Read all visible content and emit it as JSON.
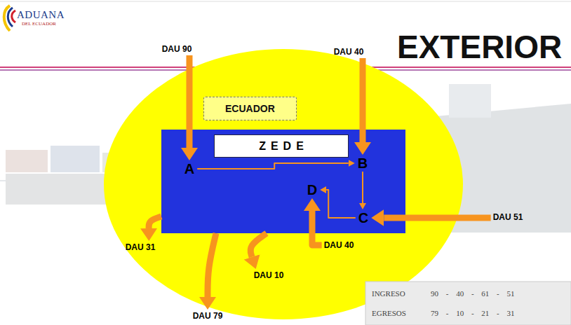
{
  "diagram": {
    "title": "EXTERIOR",
    "nodes": [
      {
        "text": [
          "DAU 90"
        ]
      },
      {
        "text": [
          "DAU 40"
        ]
      },
      {
        "text": [
          "ECUADOR"
        ]
      },
      {
        "text": [
          "ZEDE"
        ],
        "in": 2
      },
      {
        "text": [
          "A"
        ],
        "in": 3
      },
      {
        "text": [
          "B"
        ],
        "in": 3
      },
      {
        "text": [
          "D"
        ],
        "in": 3
      },
      {
        "text": [
          "C"
        ],
        "in": 3
      },
      {
        "text": [
          "DAU 51"
        ]
      },
      {
        "text": [
          "DAU 31"
        ],
        "in": 2
      },
      {
        "text": [
          "DAU 40"
        ],
        "in": 2
      },
      {
        "text": [
          "DAU 10"
        ],
        "in": 2
      },
      {
        "text": [
          "DAU 79"
        ]
      }
    ],
    "edges": [
      {
        "from": 0,
        "to": 4,
        "arrow": "to"
      },
      {
        "from": 4,
        "to": 5,
        "arrow": "to"
      },
      {
        "from": 1,
        "to": 5,
        "arrow": "to"
      },
      {
        "from": 5,
        "to": 7,
        "arrow": "to"
      },
      {
        "from": 8,
        "to": 7,
        "arrow": "to"
      },
      {
        "from": 7,
        "to": 6,
        "arrow": "to"
      },
      {
        "from": 10,
        "to": 6,
        "arrow": "to"
      },
      {
        "from": 3,
        "to": 9,
        "arrow": "to"
      },
      {
        "from": 3,
        "to": 11,
        "arrow": "to"
      },
      {
        "from": 3,
        "to": 12,
        "arrow": "to"
      }
    ],
    "labels": [
      "ADUANA",
      "DEL ECUADOR",
      "INGRESO",
      "90 - 40 - 61 - 51",
      "EGRESOS",
      "79 - 10 - 21 - 31"
    ]
  }
}
